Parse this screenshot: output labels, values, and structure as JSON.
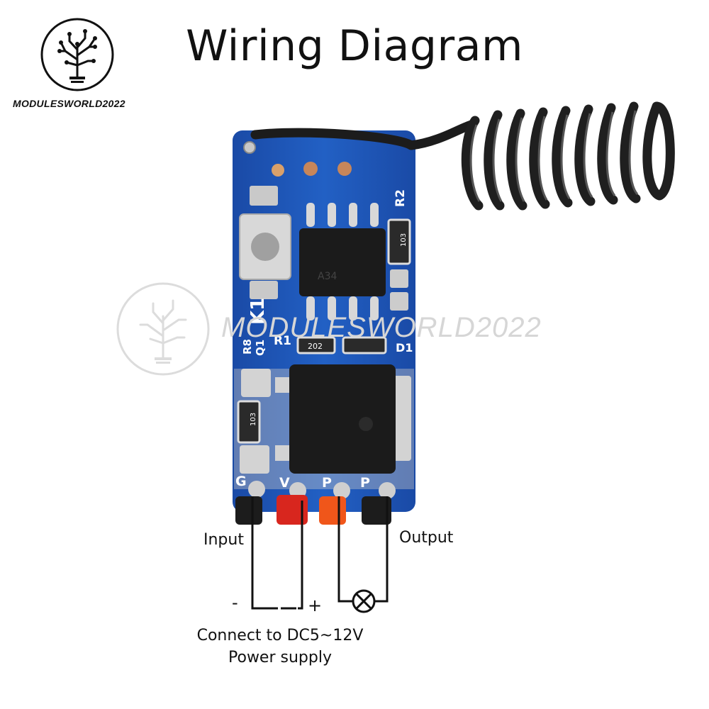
{
  "title": "Wiring Diagram",
  "brand": {
    "name": "MODULESWORLD2022",
    "watermark": "MODULESWORLD2022"
  },
  "board": {
    "silkscreen": [
      "K1",
      "R8",
      "Q1",
      "R1",
      "R2",
      "D1",
      "G",
      "V",
      "P",
      "P"
    ],
    "chip_markings": [
      "103",
      "202",
      "103",
      "A34"
    ]
  },
  "labels": {
    "input": "Input",
    "output": "Output",
    "minus": "-",
    "plus": "+",
    "connect": "Connect to DC5~12V",
    "power": "Power supply"
  },
  "colors": {
    "pcb": "#1f57b8",
    "wire_black": "#1c1c1c",
    "wire_red": "#d8261e",
    "wire_orange": "#f0561a",
    "line": "#111111"
  }
}
